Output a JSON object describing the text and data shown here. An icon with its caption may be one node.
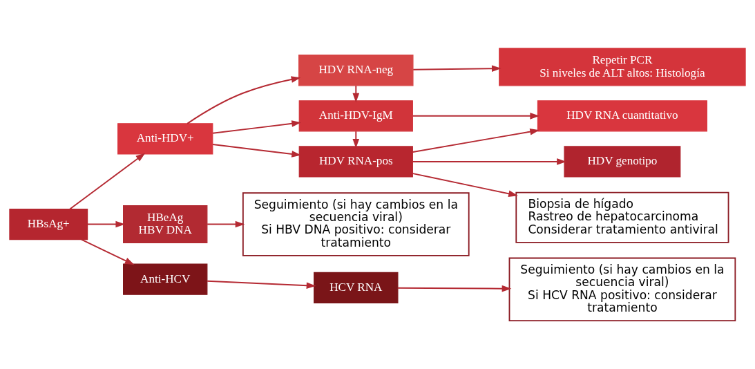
{
  "diagram": {
    "nodes": [
      {
        "text": [
          "HBsAg+"
        ]
      },
      {
        "text": [
          "Anti-HDV+"
        ]
      },
      {
        "text": [
          "HDV RNA-neg"
        ]
      },
      {
        "text": [
          "Repetir PCR",
          "Si niveles de ALT altos: Histología"
        ]
      },
      {
        "text": [
          "Anti-HDV-IgM"
        ]
      },
      {
        "text": [
          "HDV RNA cuantitativo"
        ]
      },
      {
        "text": [
          "HDV RNA-pos"
        ]
      },
      {
        "text": [
          "HDV genotipo"
        ]
      },
      {
        "text": [
          "HBeAg",
          "HBV DNA"
        ]
      },
      {
        "text": [
          "Anti-HCV"
        ]
      },
      {
        "text": [
          "Biopsia de hígado",
          "Rastreo de hepatocarcinoma",
          "Considerar tratamiento antiviral"
        ]
      },
      {
        "text": [
          "HCV RNA"
        ]
      },
      {
        "text": [
          "Seguimiento (si hay cambios en la secuencia viral)",
          "Si HBV DNA positivo: considerar tratamiento"
        ]
      },
      {
        "text": [
          "Seguimiento (si hay cambios en la secuencia viral)",
          "Si HCV RNA positivo: considerar tratamiento"
        ]
      }
    ],
    "edges": [
      {
        "from": 0,
        "to": 1,
        "arrow": "to"
      },
      {
        "from": 0,
        "to": 8,
        "arrow": "to"
      },
      {
        "from": 0,
        "to": 9,
        "arrow": "to"
      },
      {
        "from": 1,
        "to": 2,
        "arrow": "to"
      },
      {
        "from": 1,
        "to": 4,
        "arrow": "to"
      },
      {
        "from": 1,
        "to": 6,
        "arrow": "to"
      },
      {
        "from": 2,
        "to": 3,
        "arrow": "to"
      },
      {
        "from": 2,
        "to": 4,
        "arrow": "to"
      },
      {
        "from": 4,
        "to": 5,
        "arrow": "to"
      },
      {
        "from": 4,
        "to": 6,
        "arrow": "to"
      },
      {
        "from": 6,
        "to": 5,
        "arrow": "to"
      },
      {
        "from": 6,
        "to": 7,
        "arrow": "to"
      },
      {
        "from": 6,
        "to": 10,
        "arrow": "to"
      },
      {
        "from": 9,
        "to": 11,
        "arrow": "to"
      },
      {
        "from": 8,
        "to": 12,
        "arrow": "to"
      },
      {
        "from": 11,
        "to": 13,
        "arrow": "to"
      }
    ]
  }
}
